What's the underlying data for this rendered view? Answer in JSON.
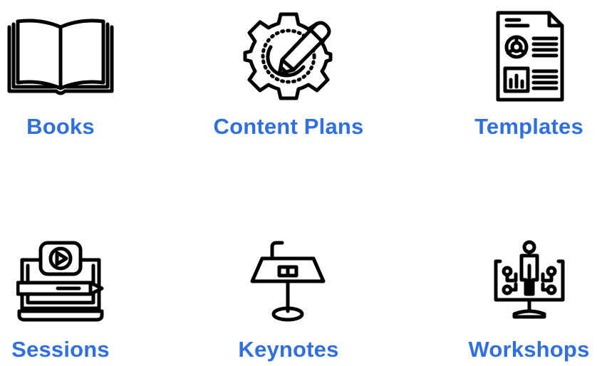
{
  "theme": {
    "label_color": "#2f6fe0",
    "icon_color": "#000000"
  },
  "tiles": [
    {
      "label": "Books",
      "icon": "open-book-icon"
    },
    {
      "label": "Content Plans",
      "icon": "gear-pencil-icon"
    },
    {
      "label": "Templates",
      "icon": "report-document-icon"
    },
    {
      "label": "Sessions",
      "icon": "laptop-video-icon"
    },
    {
      "label": "Keynotes",
      "icon": "lectern-icon"
    },
    {
      "label": "Workshops",
      "icon": "presenter-screen-icon"
    }
  ]
}
